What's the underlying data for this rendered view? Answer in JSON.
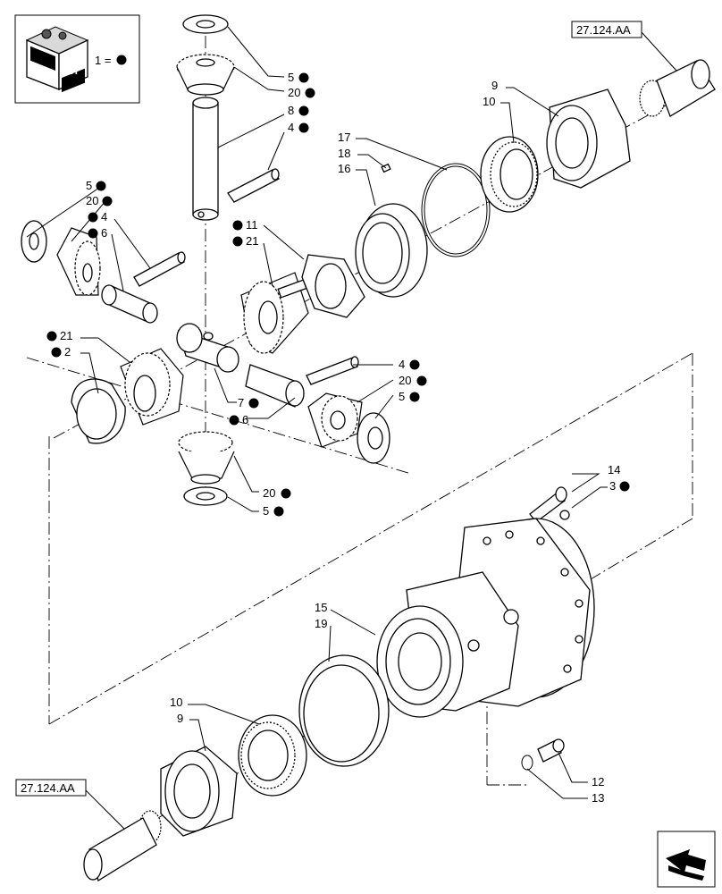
{
  "kit_box": {
    "kit_text_left": "KIT",
    "kit_text_right": "KIT",
    "legend_text": "1 ="
  },
  "references": {
    "top_right": "27.124.AA",
    "bottom_left": "27.124.AA"
  },
  "callouts": [
    {
      "id": "c5a",
      "text": "5",
      "dot": true
    },
    {
      "id": "c20a",
      "text": "20",
      "dot": true
    },
    {
      "id": "c8",
      "text": "8",
      "dot": true
    },
    {
      "id": "c4a",
      "text": "4",
      "dot": true
    },
    {
      "id": "c9a",
      "text": "9",
      "dot": false
    },
    {
      "id": "c10a",
      "text": "10",
      "dot": false
    },
    {
      "id": "c17",
      "text": "17",
      "dot": false
    },
    {
      "id": "c18",
      "text": "18",
      "dot": false
    },
    {
      "id": "c16",
      "text": "16",
      "dot": false
    },
    {
      "id": "c5b",
      "text": "5",
      "dot": true
    },
    {
      "id": "c20b",
      "text": "20",
      "dot": true
    },
    {
      "id": "c4b",
      "text": "4",
      "dot": true
    },
    {
      "id": "c6a",
      "text": "6",
      "dot": true
    },
    {
      "id": "c11",
      "text": "11",
      "dot": true
    },
    {
      "id": "c21a",
      "text": "21",
      "dot": true
    },
    {
      "id": "c21b",
      "text": "21",
      "dot": true
    },
    {
      "id": "c2",
      "text": "2",
      "dot": true
    },
    {
      "id": "c4c",
      "text": "4",
      "dot": true
    },
    {
      "id": "c20c",
      "text": "20",
      "dot": true
    },
    {
      "id": "c5c",
      "text": "5",
      "dot": true
    },
    {
      "id": "c7",
      "text": "7",
      "dot": true
    },
    {
      "id": "c6b",
      "text": "6",
      "dot": true
    },
    {
      "id": "c20d",
      "text": "20",
      "dot": true
    },
    {
      "id": "c5d",
      "text": "5",
      "dot": true
    },
    {
      "id": "c14",
      "text": "14",
      "dot": false
    },
    {
      "id": "c3",
      "text": "3",
      "dot": true
    },
    {
      "id": "c15",
      "text": "15",
      "dot": false
    },
    {
      "id": "c19",
      "text": "19",
      "dot": false
    },
    {
      "id": "c10b",
      "text": "10",
      "dot": false
    },
    {
      "id": "c9b",
      "text": "9",
      "dot": false
    },
    {
      "id": "c12",
      "text": "12",
      "dot": false
    },
    {
      "id": "c13",
      "text": "13",
      "dot": false
    }
  ],
  "nav_icon": "next-page-arrow-icon"
}
